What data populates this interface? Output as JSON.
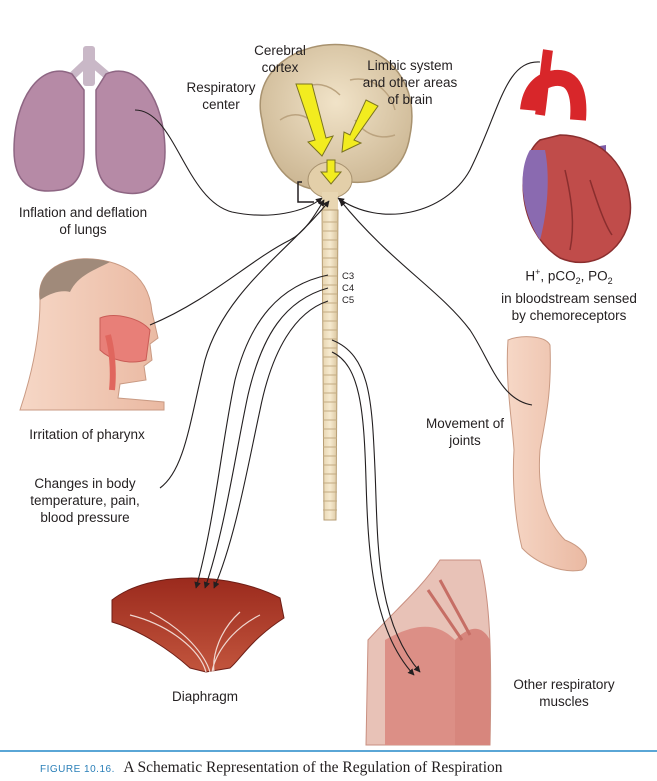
{
  "labels": {
    "cerebral_cortex": [
      "Cerebral",
      "cortex"
    ],
    "limbic": [
      "Limbic system",
      "and other areas",
      "of brain"
    ],
    "respiratory_center": [
      "Respiratory",
      "center"
    ],
    "lungs": [
      "Inflation and deflation",
      "of lungs"
    ],
    "chemo_line2": "in bloodstream sensed",
    "chemo_line3": "by chemoreceptors",
    "pharynx": [
      "Irritation of pharynx"
    ],
    "body_changes": [
      "Changes in body",
      "temperature, pain,",
      "blood pressure"
    ],
    "joints": [
      "Movement of",
      "joints"
    ],
    "diaphragm": [
      "Diaphragm"
    ],
    "other_muscles": [
      "Other respiratory",
      "muscles"
    ]
  },
  "chemo_line1": {
    "h": "H",
    "h_sup": "+",
    "sep1": ", pCO",
    "co2_sub": "2",
    "sep2": ", PO",
    "o2_sub": "2"
  },
  "segments": [
    "C3",
    "C4",
    "C5"
  ],
  "caption": {
    "figure": "FIGURE 10.16.",
    "title": "A Schematic Representation of the Regulation of Respiration"
  },
  "colors": {
    "arrow_fill": "#f2ec1f",
    "line": "#231f20",
    "caption_accent": "#2a7fb8"
  }
}
